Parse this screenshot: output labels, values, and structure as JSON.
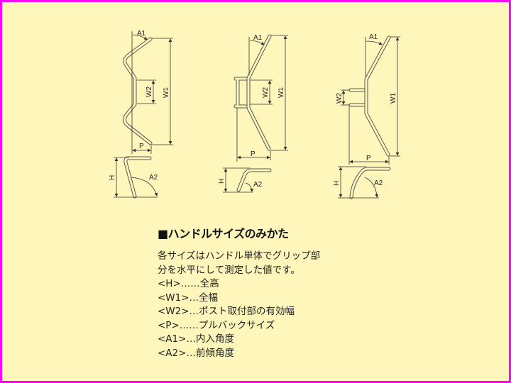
{
  "labels": {
    "a1": "A1",
    "a2": "A2",
    "w1": "W1",
    "w2": "W2",
    "p": "P",
    "h": "H"
  },
  "title": "■ハンドルサイズのみかた",
  "lines": [
    "各サイズはハンドル単体でグリップ部",
    "分を水平にして測定した値です。",
    "<H>……全高",
    "<W1>…全幅",
    "<W2>…ポスト取付部の有効幅",
    "<P>……プルバックサイズ",
    "<A1>…内入角度",
    "<A2>…前傾角度"
  ],
  "colors": {
    "border": "#ff00ff",
    "background": "#fff6bb"
  }
}
